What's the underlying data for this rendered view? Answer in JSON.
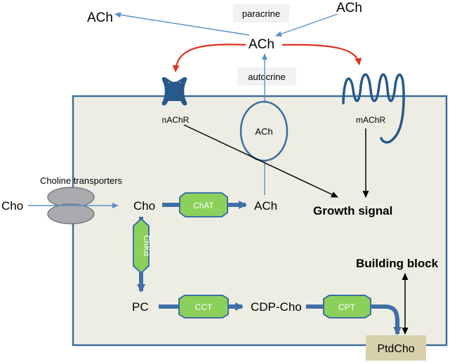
{
  "diagram": {
    "labels": {
      "ach_top_left": "ACh",
      "ach_top_right": "ACh",
      "ach_center": "ACh",
      "paracrine": "paracrine",
      "autocrine": "autocrine",
      "nachr": "nAChR",
      "machr": "mAChR",
      "ach_vesicle": "ACh",
      "choline_transporters": "Choline transporters",
      "cho_outside": "Cho",
      "cho_inside": "Cho",
      "chat": "ChAT",
      "ach_product": "ACh",
      "growth_signal": "Growth signal",
      "chka": "ChKα",
      "pc": "PC",
      "cct": "CCT",
      "cdp_cho": "CDP-Cho",
      "cpt": "CPT",
      "building_block": "Building block",
      "ptdcho": "PtdCho"
    },
    "colors": {
      "cell_fill": "#eeede4",
      "cell_stroke": "#3d6f9a",
      "receptor": "#27598a",
      "arrow_blue": "#5b8fc7",
      "arrow_red": "#e0301e",
      "arrow_black": "#000000",
      "pathway_arrow": "#3f6fa6",
      "enzyme_fill": "#8bd05a",
      "enzyme_stroke": "#3f6fa6",
      "transporter": "#a9aaad",
      "label_box": "#f2f2f2",
      "ptdcho_box": "#d6d0ad"
    }
  }
}
